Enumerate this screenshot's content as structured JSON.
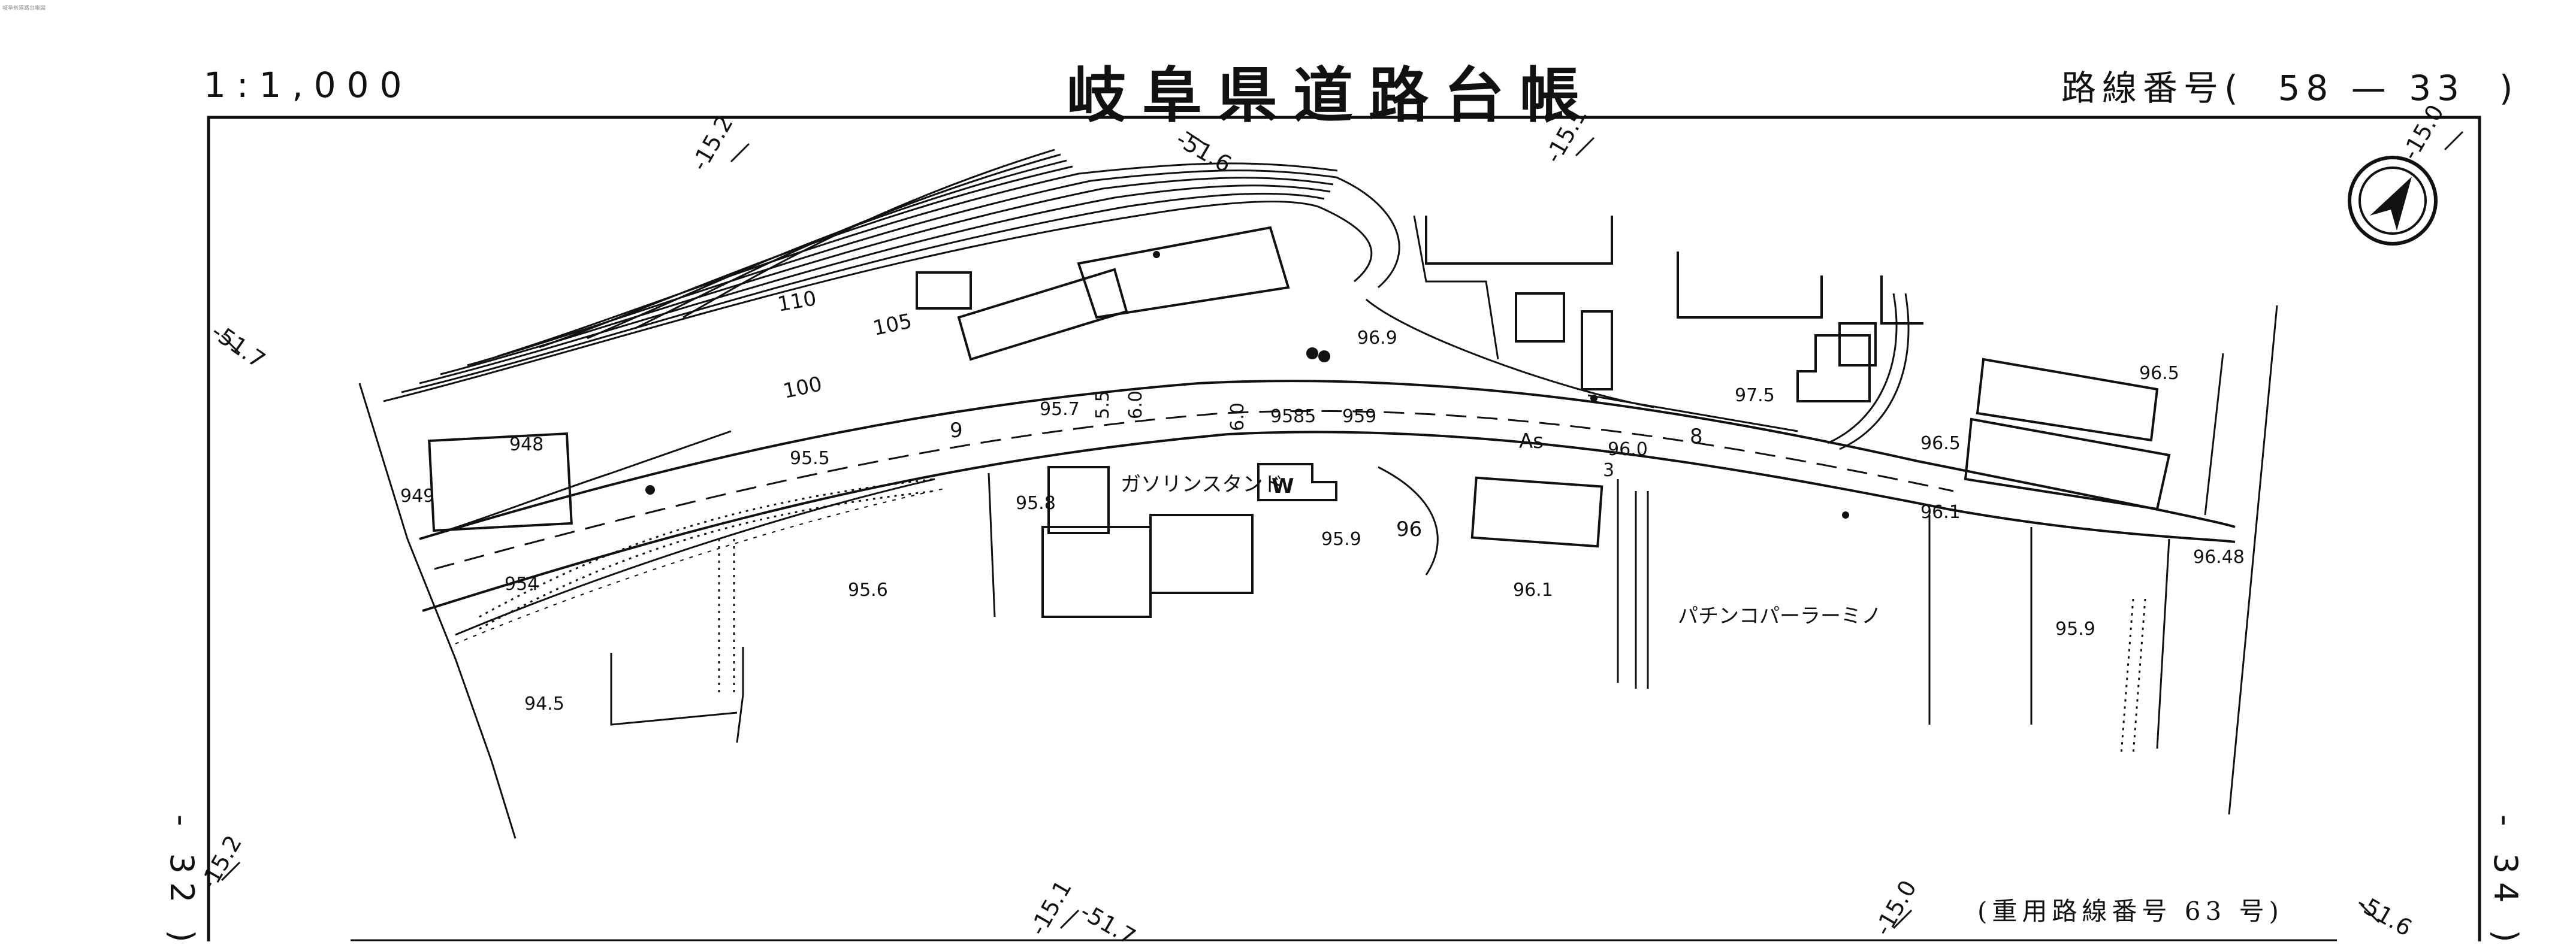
{
  "header": {
    "scale": "1:1,000",
    "title": "岐阜県道路台帳",
    "route_prefix": "路線番号(",
    "route_number": "58 — 33",
    "route_suffix": ")"
  },
  "footer": {
    "reference_route": "(重用路線番号 63 号)"
  },
  "margins": {
    "left_sheet": "- 32 )",
    "right_sheet": "- 34 )"
  },
  "grid_labels": [
    "-15.2",
    "-51.6",
    "-15.1",
    "-15.0",
    "-51.7",
    "-15.2",
    "-15.1",
    "-51.7",
    "-15.0",
    "-51.6"
  ],
  "labels": {
    "gas_station": "ガソリンスタンド",
    "pachinko": "パチンコパーラーミノ",
    "surface": "As",
    "building_w": "W"
  },
  "contours": [
    "110",
    "105",
    "100",
    "96"
  ],
  "elevations": [
    "948",
    "949",
    "95.5",
    "954",
    "95.6",
    "94.5",
    "95.7",
    "95.8",
    "9585",
    "959",
    "95.9",
    "96.9",
    "96.0",
    "97.5",
    "96.5",
    "96.5",
    "96.1",
    "96.48",
    "96.1",
    "95.9"
  ],
  "road_widths": [
    "9",
    "5.5",
    "6.0",
    "6.0",
    "3",
    "8"
  ],
  "notes": {
    "corner_tiny": "岐阜県道路台帳図"
  },
  "colors": {
    "ink": "#111111",
    "paper": "#ffffff"
  },
  "icons": {
    "north_arrow": "north-arrow-icon"
  }
}
